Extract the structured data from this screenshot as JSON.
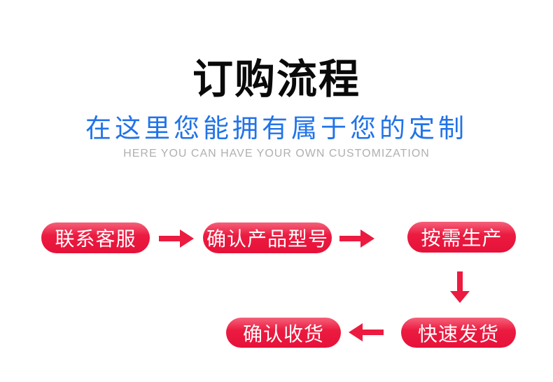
{
  "header": {
    "title": "订购流程",
    "subtitle_cn": "在这里您能拥有属于您的定制",
    "subtitle_en": "HERE YOU CAN HAVE YOUR OWN CUSTOMIZATION"
  },
  "flow": {
    "steps": [
      {
        "label": "联系客服"
      },
      {
        "label": "确认产品型号"
      },
      {
        "label": "按需生产"
      },
      {
        "label": "快速发货"
      },
      {
        "label": "确认收货"
      }
    ],
    "arrows": [
      {
        "direction": "right",
        "from": "联系客服",
        "to": "确认产品型号"
      },
      {
        "direction": "right",
        "from": "确认产品型号",
        "to": "按需生产"
      },
      {
        "direction": "down",
        "from": "按需生产",
        "to": "快速发货"
      },
      {
        "direction": "left",
        "from": "快速发货",
        "to": "确认收货"
      }
    ]
  },
  "colors": {
    "pill_red": "#ec1b40",
    "pill_red_light": "#f4617a",
    "pill_red_dark": "#e61139",
    "accent_blue": "#2173e8",
    "subtitle_gray": "#b0b0b0",
    "title_black": "#0a0a0a"
  }
}
